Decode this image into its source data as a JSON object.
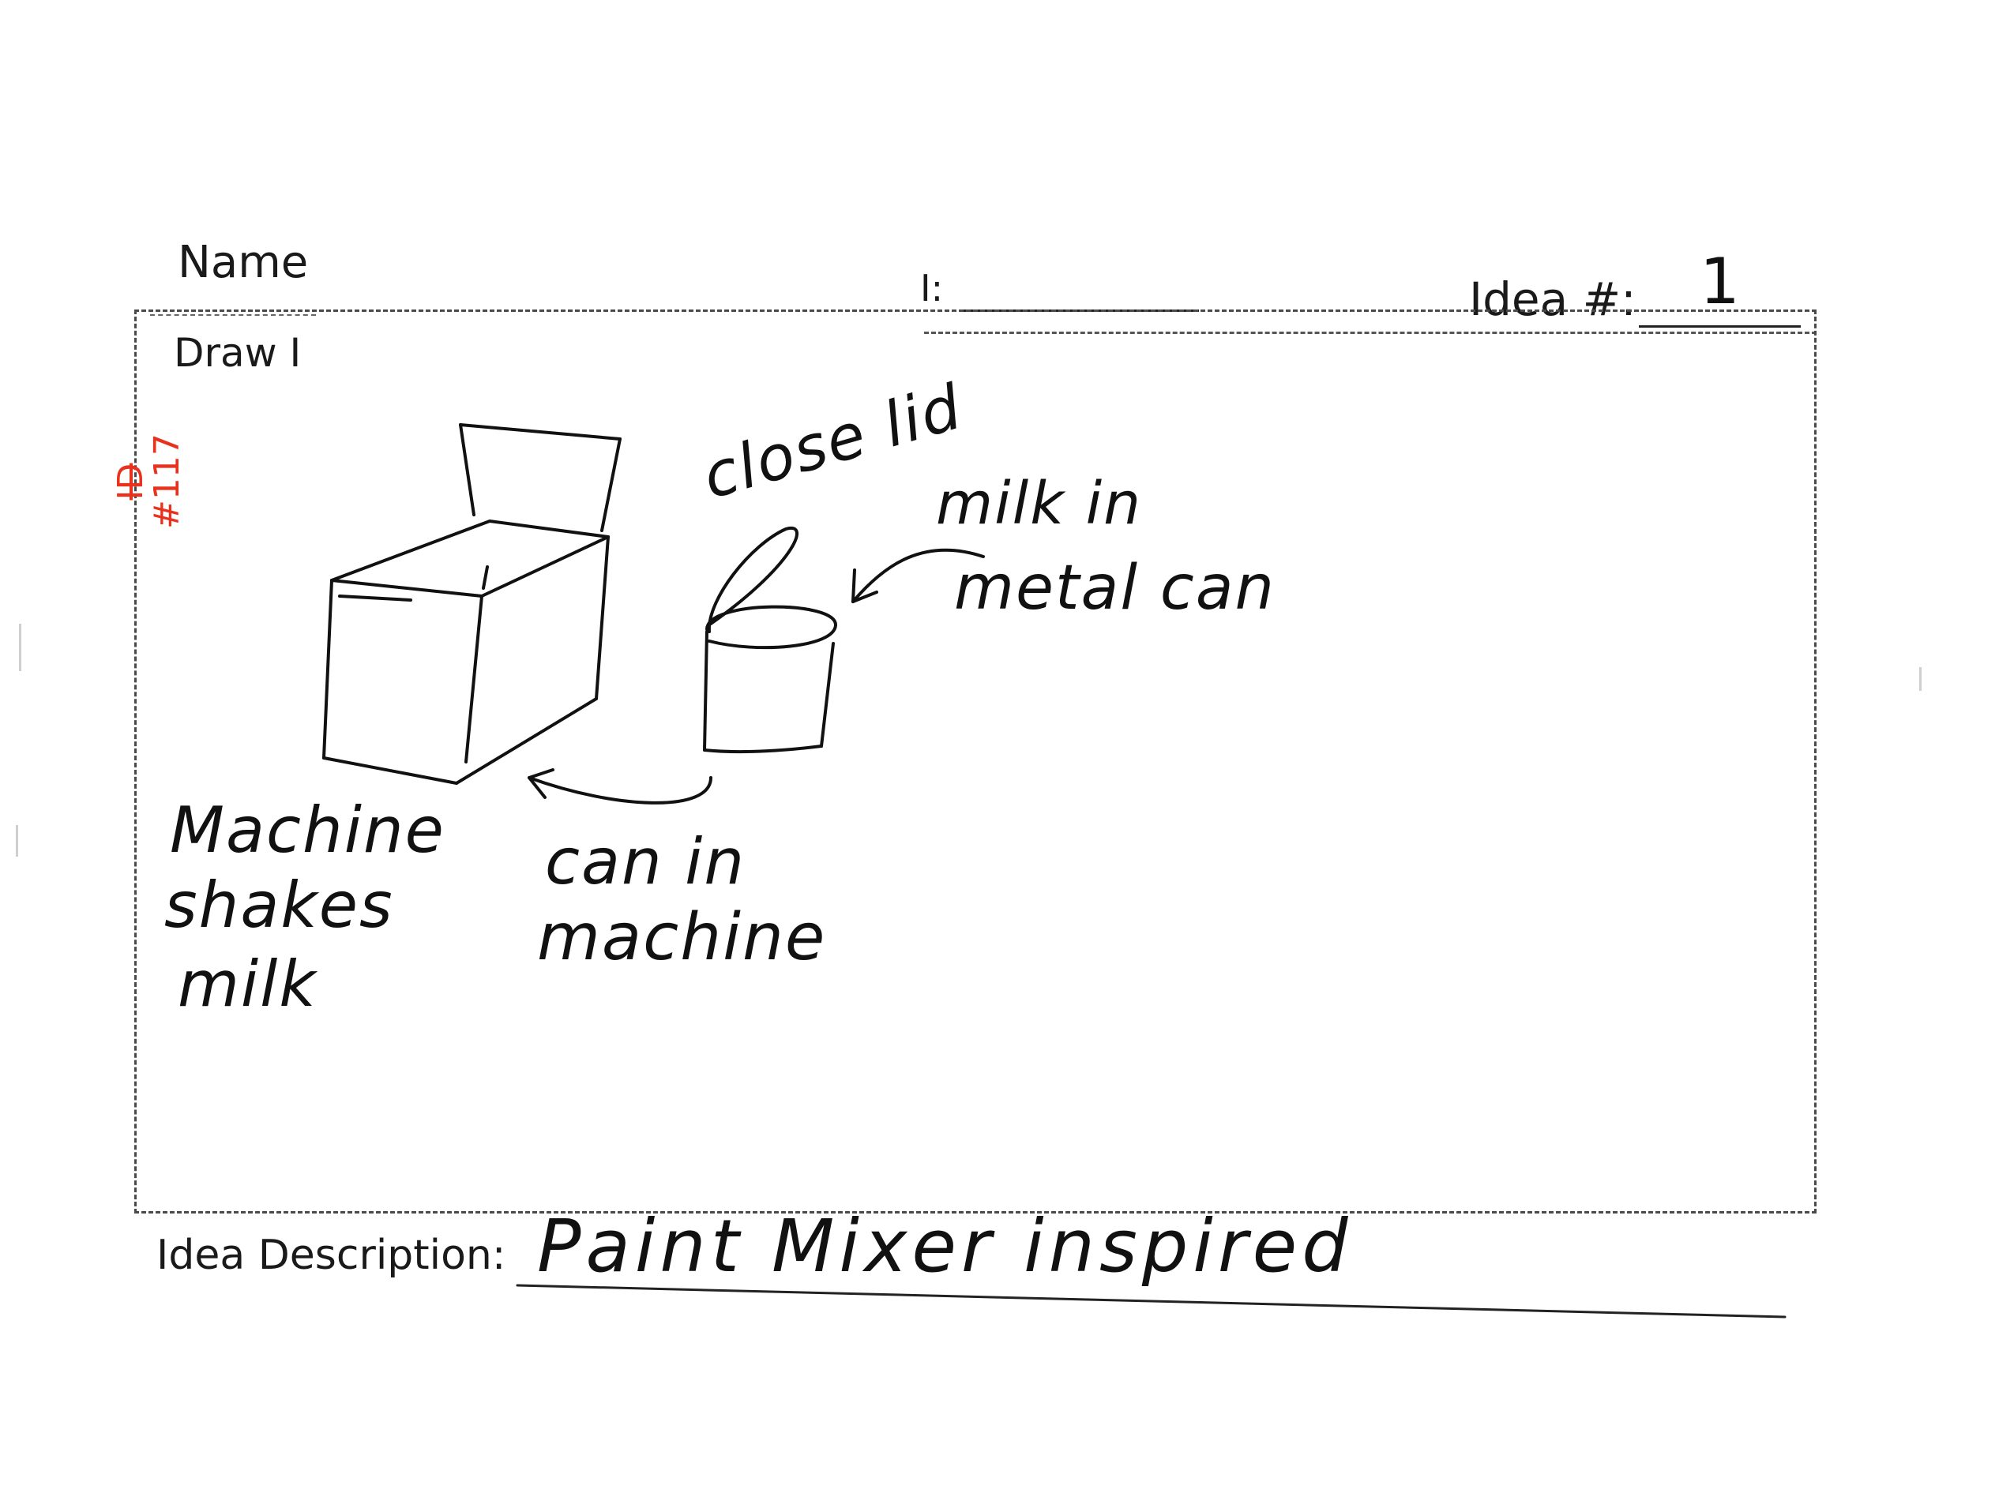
{
  "header": {
    "name_label": "Name",
    "field_label": "I:",
    "idea_label": "Idea #:",
    "idea_value": "1"
  },
  "draw_label": "Draw I",
  "stamp": {
    "id_label": "ID",
    "id_value": "#117"
  },
  "annotations": {
    "close_lid": "close lid",
    "milk_in": "milk in",
    "metal_can": "metal can",
    "machine_line1": "Machine",
    "machine_line2": "shakes",
    "machine_line3": "milk",
    "can_line1": "can in",
    "can_line2": "machine"
  },
  "footer": {
    "description_label": "Idea Description:",
    "description_value": "Paint Mixer inspired"
  }
}
